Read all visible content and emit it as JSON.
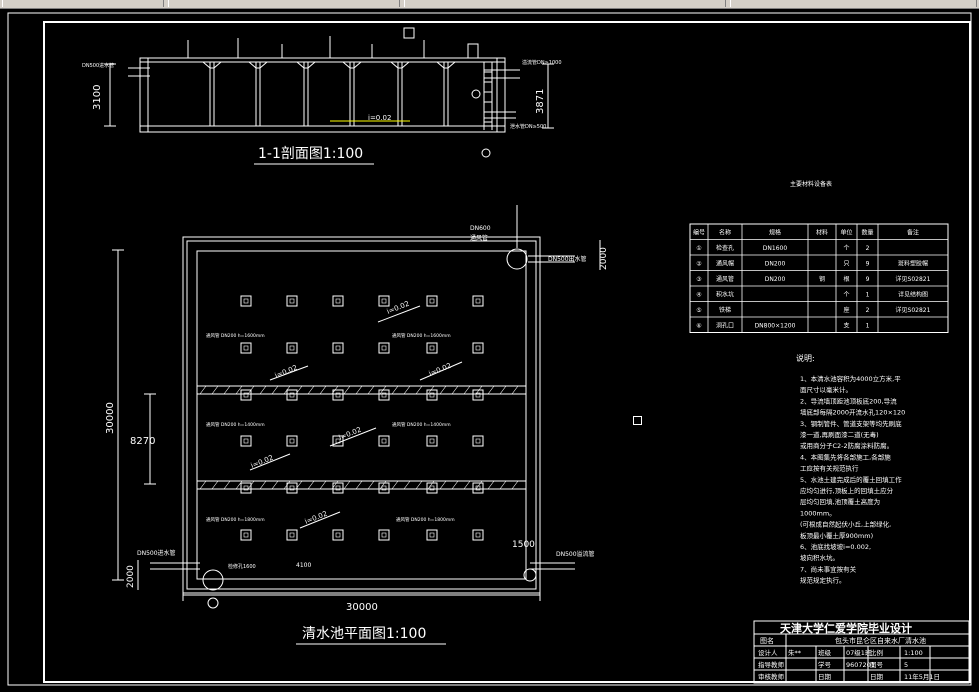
{
  "section": {
    "title": "1-1剖面图1:100",
    "labels": {
      "inlet": "DN500进水管",
      "overflow": "溢流管DN≥1000",
      "drain": "泄水管DN≥500",
      "h_left": "3100",
      "h_right": "3871",
      "slope": "i=0.02"
    }
  },
  "plan": {
    "title": "清水池平面图1:100",
    "dims": {
      "width_bottom": "30000",
      "height_left": "30000",
      "inner_span": "8270",
      "top_right": "2000",
      "bottom_left": "2000",
      "right_1500": "1500",
      "span_4100": "4100"
    },
    "labels": {
      "dn600": "DN600",
      "vent_top": "通风管",
      "outlet": "DN500出水管",
      "inlet": "DN500进水管",
      "overflow": "DN500溢流管",
      "pipe1": "通风管 DN200 h=1600mm",
      "pipe2": "通风管 DN200 h=1600mm",
      "pipe3": "通风管 DN200 h=1400mm",
      "pipe4": "通风管 DN200 h=1400mm",
      "pipe5": "通风管 DN200 h=1800mm",
      "pipe6": "通风管 DN200 h=1800mm",
      "hatch": "检修孔1600",
      "slopes": [
        "i=0.02",
        "i=0.02",
        "i=0.02",
        "i=0.02",
        "i=0.02",
        "i=0.02"
      ]
    }
  },
  "table": {
    "title": "主要材料设备表",
    "headers": [
      "编号",
      "名称",
      "规格",
      "材料",
      "单位",
      "数量",
      "备注"
    ],
    "rows": [
      [
        "①",
        "检查孔",
        "DN1600",
        "",
        "个",
        "2",
        ""
      ],
      [
        "②",
        "通风帽",
        "DN200",
        "",
        "只",
        "9",
        "斑料塑胶帽"
      ],
      [
        "③",
        "通风管",
        "DN200",
        "钢",
        "根",
        "9",
        "详见S02821"
      ],
      [
        "④",
        "积水坑",
        "",
        "",
        "个",
        "1",
        "详见结构图"
      ],
      [
        "⑤",
        "铁梯",
        "",
        "",
        "座",
        "2",
        "详见S02821"
      ],
      [
        "⑥",
        "洞孔口",
        "DN800×1200",
        "",
        "支",
        "1",
        ""
      ]
    ]
  },
  "notes": {
    "title": "说明:",
    "lines": [
      "1、本清水池容积为4000立方米,平",
      "   面尺寸以毫米计。",
      "2、导流墙顶距池顶板底200,导流",
      "   墙底部每隔2000开流水孔120×120",
      "3、钢制管件、管道支架等均先刷底",
      "   漆一道,再刷面漆二道(无毒)",
      "   或用商分子C2-2防腐涂料防腐。",
      "4、本图集先将各部施工,各部施",
      "   工应按有关规范执行",
      "5、水池土建完成后的覆土回填工作",
      "   应均匀进行,顶板上的回填土应分",
      "   层均匀回填,池顶覆土高度为",
      "   1000mm。",
      "   (可根成自然起伏小丘,上部绿化,",
      "   板顶最小覆土厚900mm)",
      "6、池底找坡坡i=0.002,",
      "   坡向积水坑。",
      "7、尚未事宜按有关",
      "   规范规定执行。"
    ]
  },
  "titleblock": {
    "school": "天津大学仁爱学院毕业设计",
    "project_label": "图名",
    "project": "包头市昆仑区自来水厂清水池",
    "rows": [
      [
        "设计人",
        "朱**",
        "班级",
        "07级1班",
        "比例",
        "1:100"
      ],
      [
        "指导教师",
        "",
        "学号",
        "9607201",
        "图号",
        "5"
      ],
      [
        "审核教师",
        "",
        "日期",
        "",
        "日期",
        "11年5月1日"
      ]
    ]
  },
  "colors": {
    "line": "#ffffff",
    "accent": "#ffff00",
    "title": "#ffffff",
    "bg": "#000000",
    "toolbar": "#d4d0c8"
  }
}
